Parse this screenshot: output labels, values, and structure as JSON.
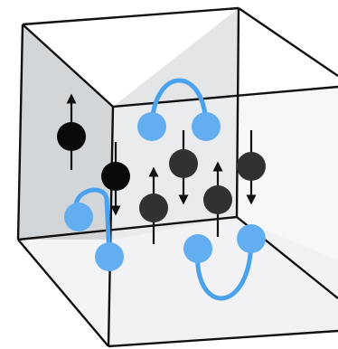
{
  "colors": {
    "left_wall": "#d3d6d9",
    "back_wall": "#e3e5e7",
    "floor": "#f3f4f5",
    "front_face": "#f0f1f2",
    "edge": "#111111",
    "spin_particle": "#2f3133",
    "spin_particle_front": "#0a0a0a",
    "pair_particle": "#62aef0",
    "pair_link": "#4aa2ee"
  },
  "particles": {
    "spins": [
      {
        "id": "spin-1",
        "direction": "up"
      },
      {
        "id": "spin-2",
        "direction": "down"
      },
      {
        "id": "spin-3",
        "direction": "up"
      },
      {
        "id": "spin-4",
        "direction": "down"
      },
      {
        "id": "spin-5",
        "direction": "up"
      },
      {
        "id": "spin-6",
        "direction": "down"
      }
    ],
    "pairs": [
      {
        "id": "pair-top",
        "link": "arc-over"
      },
      {
        "id": "pair-left",
        "link": "arc-left"
      },
      {
        "id": "pair-bottom",
        "link": "arc-under"
      }
    ]
  }
}
